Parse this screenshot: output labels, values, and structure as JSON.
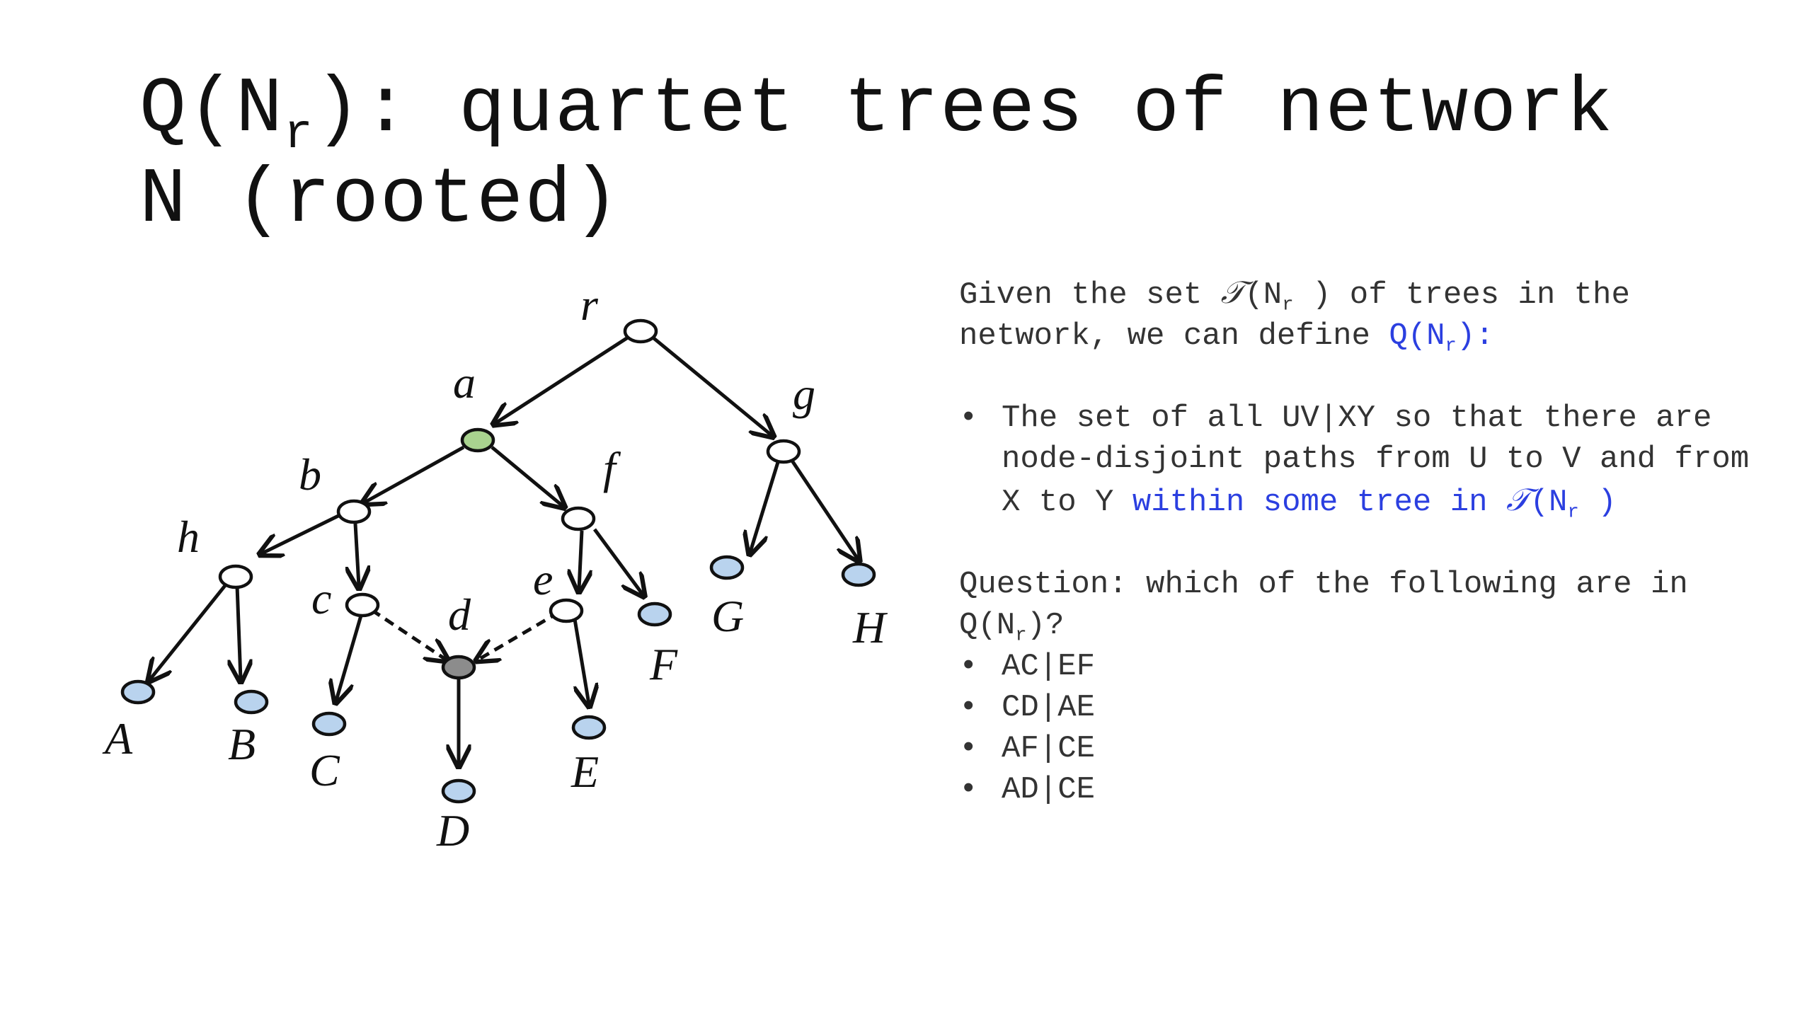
{
  "title": {
    "prefix": "Q(N",
    "sub": "r",
    "line1_rest": "): quartet trees of network",
    "line2": "N (rooted)"
  },
  "intro": {
    "part1": "Given the set ",
    "script_t": "𝒯",
    "part2": "(N",
    "sub": "r",
    "part3": " ) of trees in the network, we can define ",
    "q_prefix": "Q(N",
    "q_sub": "r",
    "q_suffix": "):"
  },
  "definition": {
    "text": "The set of all  UV|XY so that there are node-disjoint paths from U to V and from X to Y ",
    "blue_text": "within some tree in ",
    "script_t": "𝒯",
    "blue_tail_prefix": "(N",
    "blue_tail_sub": "r",
    "blue_tail_suffix": " )"
  },
  "question": {
    "text": "Question:  which of the following are in Q(N",
    "sub": "r",
    "suffix": ")?",
    "options": [
      "AC|EF",
      "CD|AE",
      "AF|CE",
      "AD|CE"
    ]
  },
  "colors": {
    "accent_blue": "#2b3fe0",
    "root_child_node": "#a9d38f",
    "reticulation_node": "#8c8c8c",
    "leaf_node": "#b9d3ee",
    "internal_node": "#ffffff"
  },
  "diagram": {
    "labels": {
      "r": "r",
      "a": "a",
      "g": "g",
      "b": "b",
      "f": "f",
      "h": "h",
      "c": "c",
      "d": "d",
      "e": "e",
      "A": "A",
      "B": "B",
      "C": "C",
      "D": "D",
      "E": "E",
      "F": "F",
      "G": "G",
      "H": "H"
    }
  }
}
